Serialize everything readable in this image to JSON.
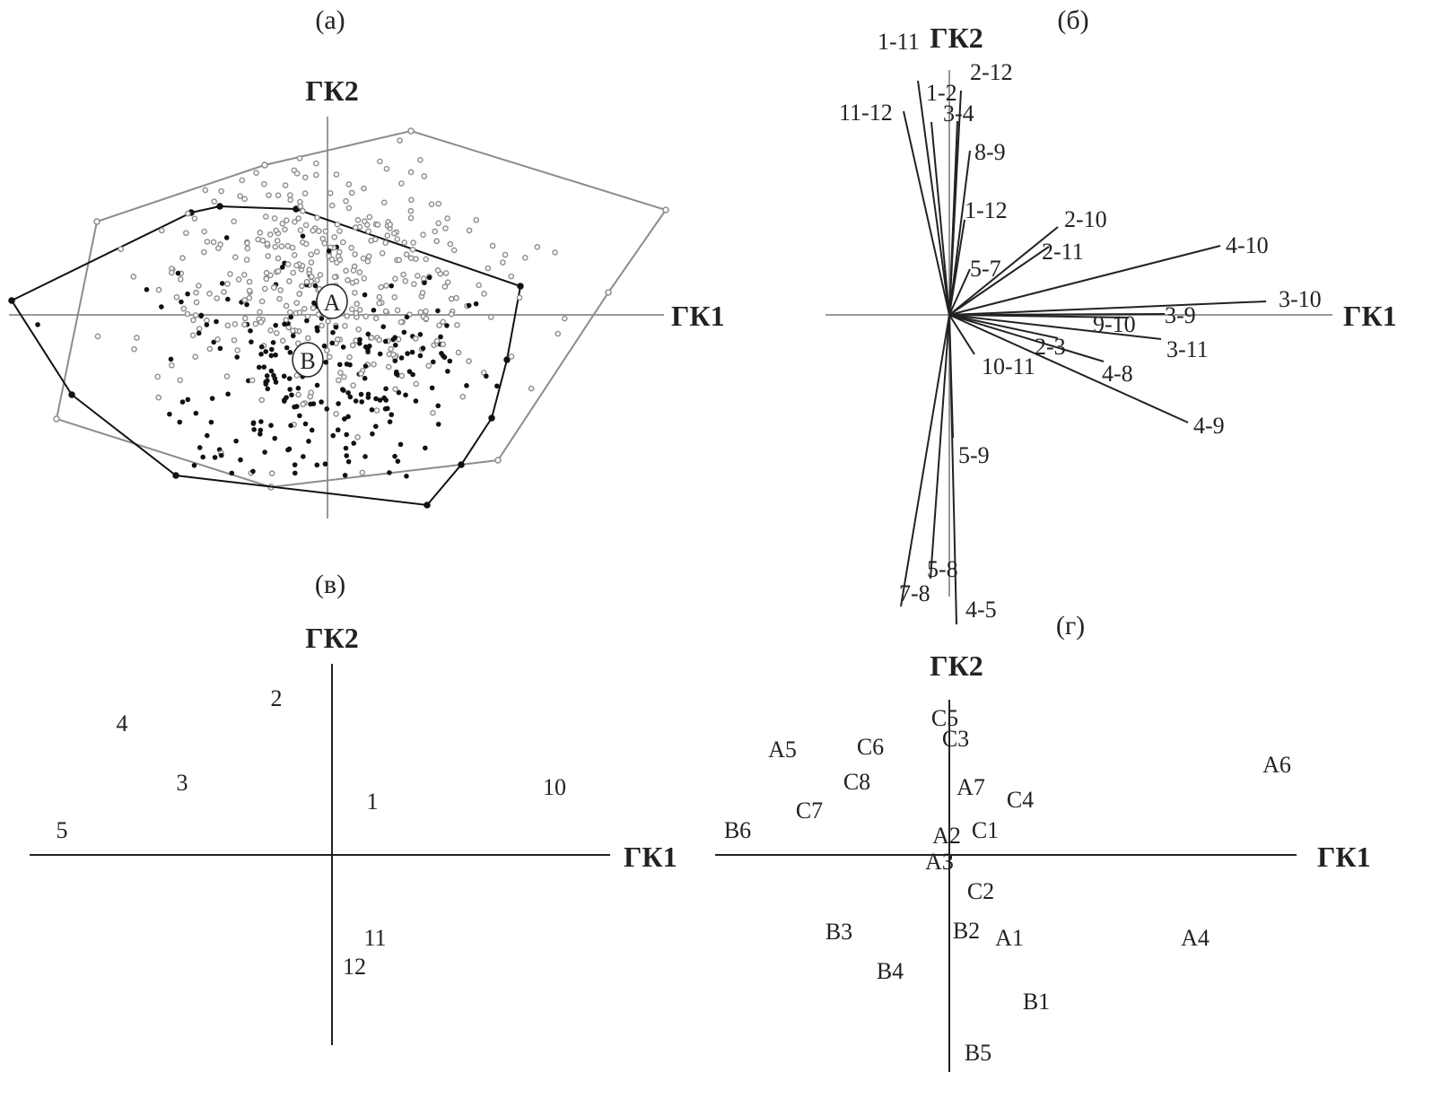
{
  "colors": {
    "axis": "#999999",
    "group_a": "#8c8c8c",
    "group_b": "#111111",
    "ink": "#222222"
  },
  "chart_data": [
    {
      "panel": "(а)",
      "type": "scatter",
      "xlabel": "ГК1",
      "ylabel": "ГК2",
      "groups": [
        {
          "name": "A",
          "marker": "open-circle",
          "color": "#8c8c8c",
          "count": 420,
          "center": [
            -0.5,
            4.0
          ],
          "spread": [
            9.5,
            7.0
          ],
          "hull": [
            [
              -25.7,
              10.4
            ],
            [
              -7.0,
              16.7
            ],
            [
              9.3,
              20.5
            ],
            [
              37.7,
              11.7
            ],
            [
              31.3,
              2.5
            ],
            [
              19.0,
              -16.2
            ],
            [
              -6.3,
              -19.2
            ],
            [
              -30.2,
              -11.6
            ]
          ]
        },
        {
          "name": "B",
          "marker": "filled-circle",
          "color": "#111111",
          "count": 230,
          "center": [
            -1.0,
            -6.0
          ],
          "spread": [
            9.0,
            7.0
          ],
          "hull": [
            [
              -35.2,
              1.6
            ],
            [
              -15.2,
              11.4
            ],
            [
              -12.0,
              12.1
            ],
            [
              -3.5,
              11.8
            ],
            [
              21.5,
              3.2
            ],
            [
              20.0,
              -5.0
            ],
            [
              18.3,
              -11.5
            ],
            [
              14.9,
              -16.7
            ],
            [
              11.1,
              -21.2
            ],
            [
              -16.9,
              -17.9
            ],
            [
              -28.5,
              -8.9
            ]
          ]
        }
      ],
      "centroid_labels": [
        {
          "text": "A",
          "x": 0.5,
          "y": 1.5
        },
        {
          "text": "B",
          "x": -2.2,
          "y": -5.0
        }
      ]
    },
    {
      "panel": "(б)",
      "type": "biplot-vectors",
      "xlabel": "ГК1",
      "ylabel": "ГК2",
      "vectors": [
        {
          "name": "1-11",
          "x": -3.5,
          "y": 26.1
        },
        {
          "name": "11-12",
          "x": -5.1,
          "y": 22.7
        },
        {
          "name": "1-2",
          "x": -2.0,
          "y": 21.5
        },
        {
          "name": "2-12",
          "x": 1.3,
          "y": 25.0
        },
        {
          "name": "3-4",
          "x": 0.9,
          "y": 21.6
        },
        {
          "name": "8-9",
          "x": 2.3,
          "y": 18.3
        },
        {
          "name": "1-12",
          "x": 1.7,
          "y": 10.6
        },
        {
          "name": "5-7",
          "x": 2.3,
          "y": 5.1
        },
        {
          "name": "2-10",
          "x": 12.1,
          "y": 9.8
        },
        {
          "name": "2-11",
          "x": 11.1,
          "y": 7.6
        },
        {
          "name": "4-10",
          "x": 30.2,
          "y": 7.7
        },
        {
          "name": "3-10",
          "x": 35.3,
          "y": 1.5
        },
        {
          "name": "3-9",
          "x": 24.0,
          "y": 0.1
        },
        {
          "name": "9-10",
          "x": 20.0,
          "y": -0.3
        },
        {
          "name": "3-11",
          "x": 23.6,
          "y": -2.7
        },
        {
          "name": "2-3",
          "x": 12.1,
          "y": -2.6
        },
        {
          "name": "4-8",
          "x": 17.2,
          "y": -5.2
        },
        {
          "name": "4-9",
          "x": 26.6,
          "y": -12.0
        },
        {
          "name": "10-11",
          "x": 2.8,
          "y": -4.4
        },
        {
          "name": "5-9",
          "x": 0.4,
          "y": -13.7
        },
        {
          "name": "5-8",
          "x": -2.1,
          "y": -29.4
        },
        {
          "name": "7-8",
          "x": -5.4,
          "y": -32.5
        },
        {
          "name": "4-5",
          "x": 0.8,
          "y": -34.5
        }
      ]
    },
    {
      "panel": "(в)",
      "type": "scatter",
      "xlabel": "ГК1",
      "ylabel": "ГК2",
      "points": [
        {
          "label": "2",
          "x": -6.2,
          "y": 17.5
        },
        {
          "label": "4",
          "x": -23.4,
          "y": 14.7
        },
        {
          "label": "3",
          "x": -16.7,
          "y": 8.1
        },
        {
          "label": "1",
          "x": 4.5,
          "y": 6.0
        },
        {
          "label": "10",
          "x": 24.8,
          "y": 7.6
        },
        {
          "label": "5",
          "x": -30.1,
          "y": 2.8
        },
        {
          "label": "11",
          "x": 4.8,
          "y": -9.2
        },
        {
          "label": "12",
          "x": 2.5,
          "y": -12.4
        }
      ]
    },
    {
      "panel": "(г)",
      "type": "scatter",
      "xlabel": "ГК1",
      "ylabel": "ГК2",
      "points": [
        {
          "label": "C5",
          "x": -0.5,
          "y": 15.3
        },
        {
          "label": "C3",
          "x": 0.7,
          "y": 13.0
        },
        {
          "label": "A5",
          "x": -18.6,
          "y": 11.8
        },
        {
          "label": "C6",
          "x": -8.8,
          "y": 12.1
        },
        {
          "label": "A6",
          "x": 36.5,
          "y": 10.1
        },
        {
          "label": "C8",
          "x": -10.3,
          "y": 8.2
        },
        {
          "label": "A7",
          "x": 2.4,
          "y": 7.6
        },
        {
          "label": "C4",
          "x": 7.9,
          "y": 6.2
        },
        {
          "label": "C7",
          "x": -15.6,
          "y": 5.0
        },
        {
          "label": "B6",
          "x": -23.6,
          "y": 2.8
        },
        {
          "label": "A2",
          "x": -0.3,
          "y": 2.2
        },
        {
          "label": "C1",
          "x": 4.0,
          "y": 2.8
        },
        {
          "label": "A3",
          "x": -1.1,
          "y": -0.7
        },
        {
          "label": "C2",
          "x": 3.5,
          "y": -4.0
        },
        {
          "label": "B3",
          "x": -12.3,
          "y": -8.5
        },
        {
          "label": "B2",
          "x": 1.9,
          "y": -8.4
        },
        {
          "label": "A1",
          "x": 6.7,
          "y": -9.2
        },
        {
          "label": "A4",
          "x": 27.4,
          "y": -9.2
        },
        {
          "label": "B4",
          "x": -6.6,
          "y": -12.9
        },
        {
          "label": "B1",
          "x": 9.7,
          "y": -16.3
        },
        {
          "label": "B5",
          "x": 3.2,
          "y": -22.0
        }
      ]
    }
  ]
}
